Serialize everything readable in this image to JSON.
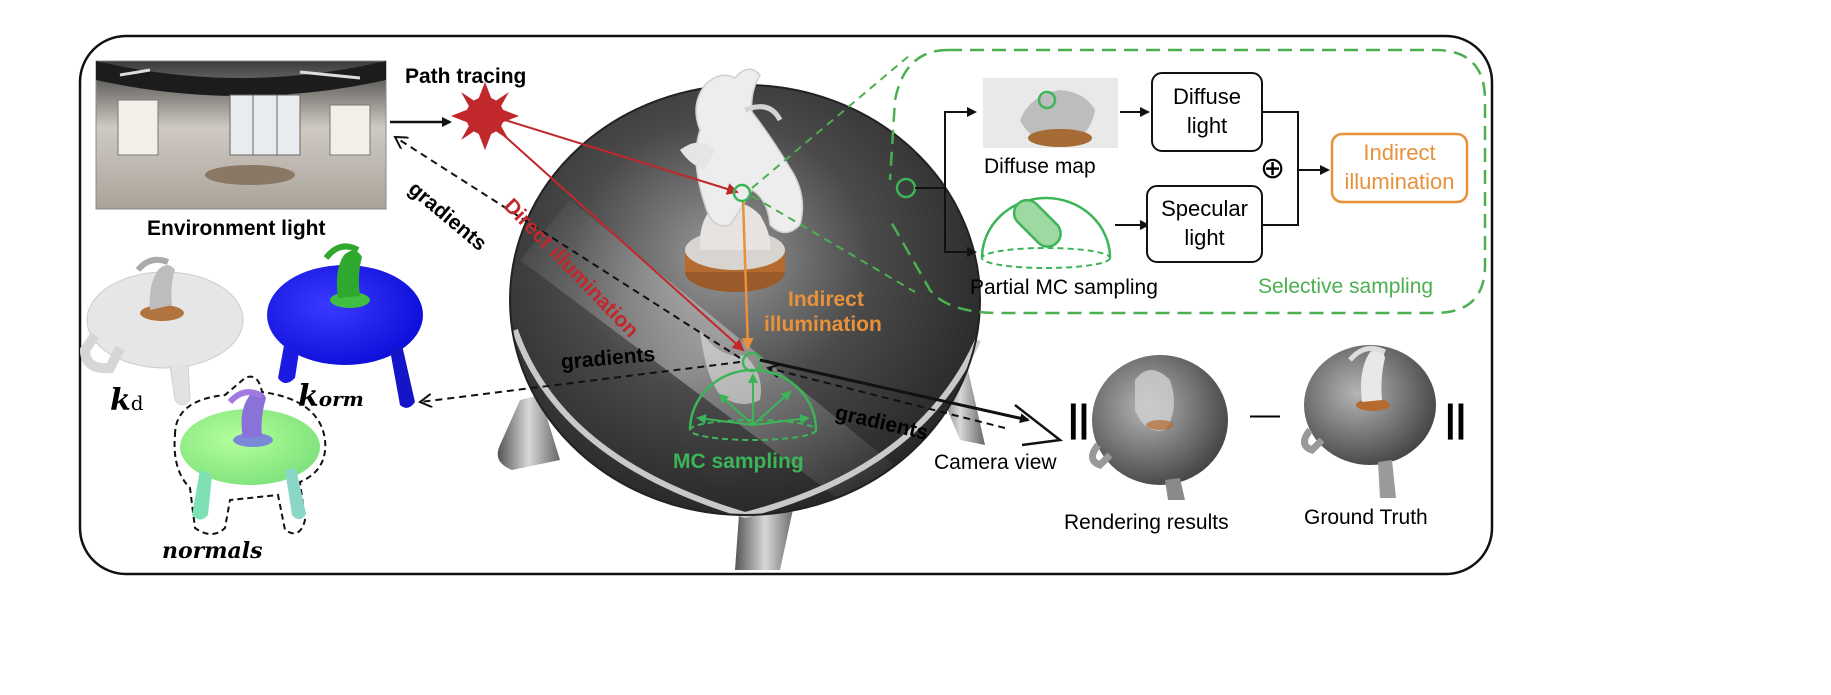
{
  "labels": {
    "path_tracing": "Path tracing",
    "environment_light": "Environment light",
    "direct_illumination": "Direct illumination",
    "indirect_illumination_line1": "Indirect",
    "indirect_illumination_line2": "illumination",
    "gradients": "gradients",
    "mc_sampling": "MC sampling",
    "camera_view": "Camera view",
    "rendering_results": "Rendering results",
    "ground_truth": "Ground Truth",
    "diffuse_map": "Diffuse map",
    "partial_mc_sampling": "Partial MC sampling",
    "selective_sampling": "Selective sampling",
    "oplus": "⊕",
    "minus": "—",
    "norm_bar": "||"
  },
  "boxes": {
    "diffuse_light": [
      "Diffuse",
      "light"
    ],
    "specular_light": [
      "Specular",
      "light"
    ],
    "indirect_illumination": [
      "Indirect",
      "illumination"
    ]
  },
  "materials": {
    "kd_base": "k",
    "kd_sub": "d",
    "korm_base": "k",
    "korm_sub": "orm",
    "normals": "normals"
  },
  "colors": {
    "direct": "#c0282c",
    "indirect": "#e8913a",
    "mc_green": "#3cb558",
    "selective_green": "#4caf50",
    "indirect_box_text": "#e8913a",
    "black": "#111111"
  },
  "icons": {
    "sun": "sun-icon",
    "camera": "camera-view-icon",
    "hemisphere": "hemisphere-icon"
  }
}
